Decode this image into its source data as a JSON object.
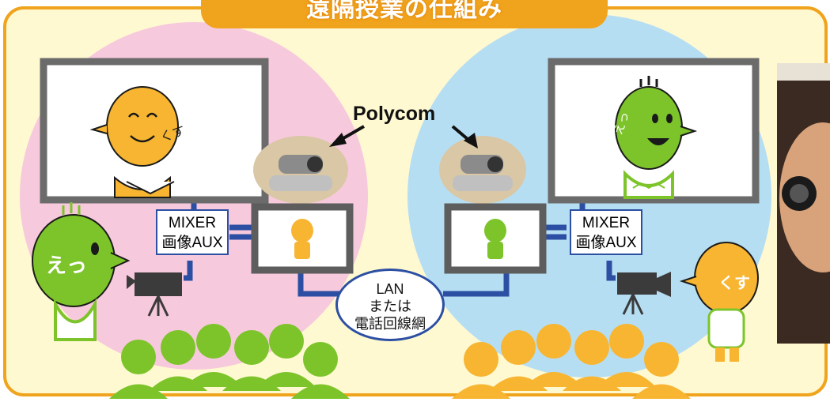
{
  "title": "遠隔授業の仕組み",
  "labels": {
    "polycom": "Polycom",
    "mixer_left_line1": "MIXER",
    "mixer_left_line2": "画像AUX",
    "mixer_right_line1": "MIXER",
    "mixer_right_line2": "画像AUX",
    "lan_line1": "LAN",
    "lan_line2": "または",
    "lan_line3": "電話回線網",
    "char_left_speech": "えっ",
    "char_right_speech": "くす",
    "screen_left_speech": "くす",
    "screen_right_speech": "えっ"
  },
  "colors": {
    "frame_border": "#f0a31c",
    "panel_bg": "#fff9d2",
    "left_circle": "#f7c9dc",
    "right_circle": "#b6def3",
    "cable": "#2c4fa3",
    "green_people": "#7cc42a",
    "orange_people": "#f7b531"
  },
  "icons": [
    "camcorder-icon",
    "polycom-camera-icon",
    "audience-icon",
    "mascot-icon"
  ]
}
